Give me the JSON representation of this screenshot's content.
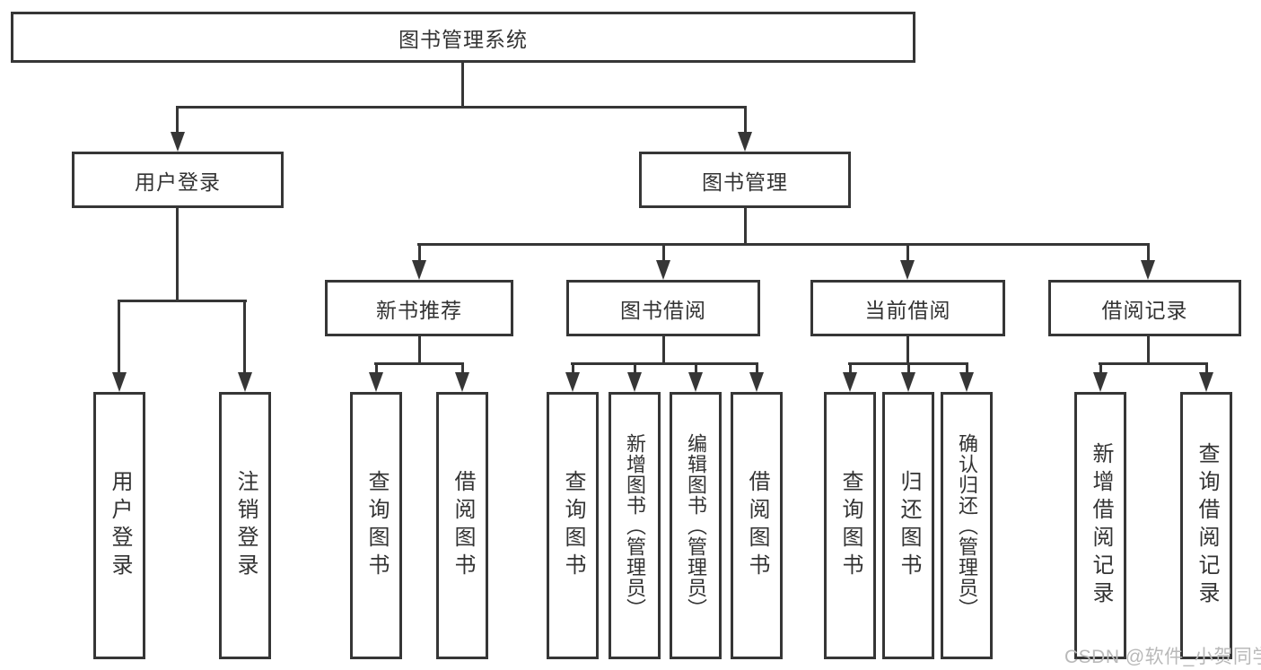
{
  "nodes": {
    "root": "图书管理系统",
    "level2": {
      "user_login": "用户登录",
      "book_mgmt": "图书管理"
    },
    "level3": {
      "new_rec": "新书推荐",
      "borrow": "图书借阅",
      "current": "当前借阅",
      "records": "借阅记录"
    },
    "leaves": {
      "user_login": "用户登录",
      "logout": "注销登录",
      "rec_query": "查询图书",
      "rec_borrow": "借阅图书",
      "bb_query": "查询图书",
      "bb_add": "新增图书（管理员）",
      "bb_edit": "编辑图书（管理员）",
      "bb_borrow": "借阅图书",
      "cb_query": "查询图书",
      "cb_return": "归还图书",
      "cb_confirm": "确认归还（管理员）",
      "br_add": "新增借阅记录",
      "br_query": "查询借阅记录"
    }
  },
  "watermark": "CSDN @软件_小贺同学",
  "colors": {
    "line": "#363636",
    "text": "#333333",
    "watermark": "#b9b9b9",
    "background": "#ffffff"
  }
}
